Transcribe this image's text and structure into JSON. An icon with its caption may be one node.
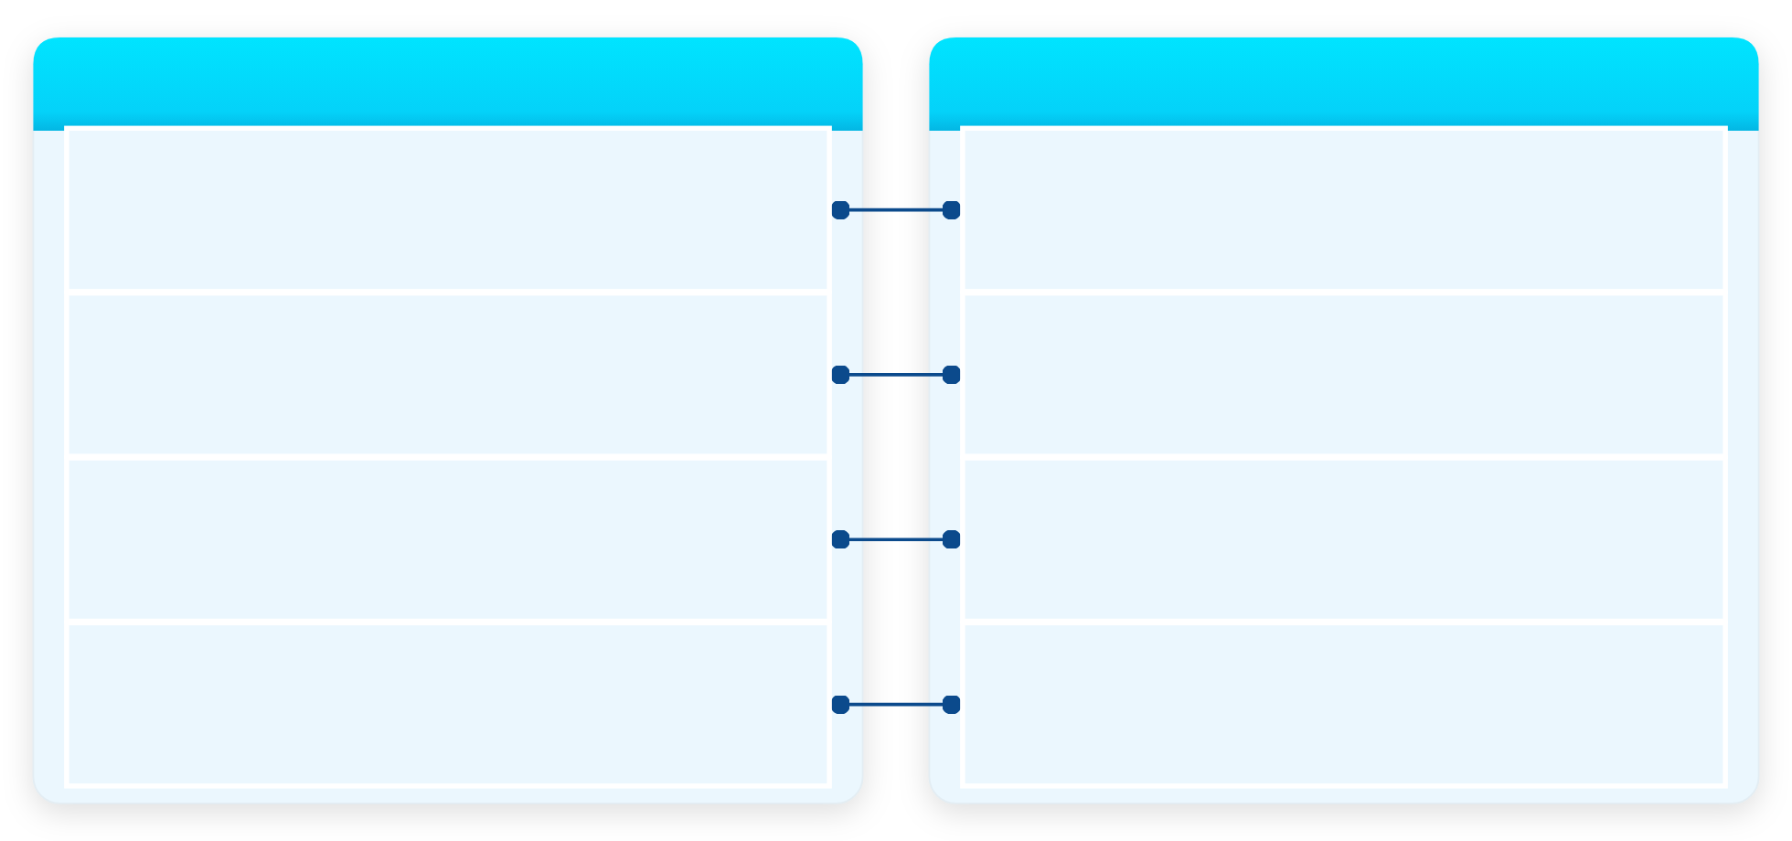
{
  "diagram": {
    "nodes": [
      {
        "text": [],
        "shape": "box"
      },
      {
        "text": [],
        "shape": "box",
        "in": 0
      },
      {
        "text": [],
        "shape": "box",
        "in": 0
      },
      {
        "text": [],
        "shape": "box",
        "in": 0
      },
      {
        "text": [],
        "shape": "box",
        "in": 0
      },
      {
        "text": [],
        "shape": "box"
      },
      {
        "text": [],
        "shape": "box",
        "in": 5
      },
      {
        "text": [],
        "shape": "box",
        "in": 5
      },
      {
        "text": [],
        "shape": "box",
        "in": 5
      },
      {
        "text": [],
        "shape": "box",
        "in": 5
      }
    ],
    "edges": [
      {
        "from": 1,
        "to": 6,
        "arrow": "other"
      },
      {
        "from": 2,
        "to": 7,
        "arrow": "other"
      },
      {
        "from": 3,
        "to": 8,
        "arrow": "other"
      },
      {
        "from": 4,
        "to": 9,
        "arrow": "other"
      }
    ]
  }
}
